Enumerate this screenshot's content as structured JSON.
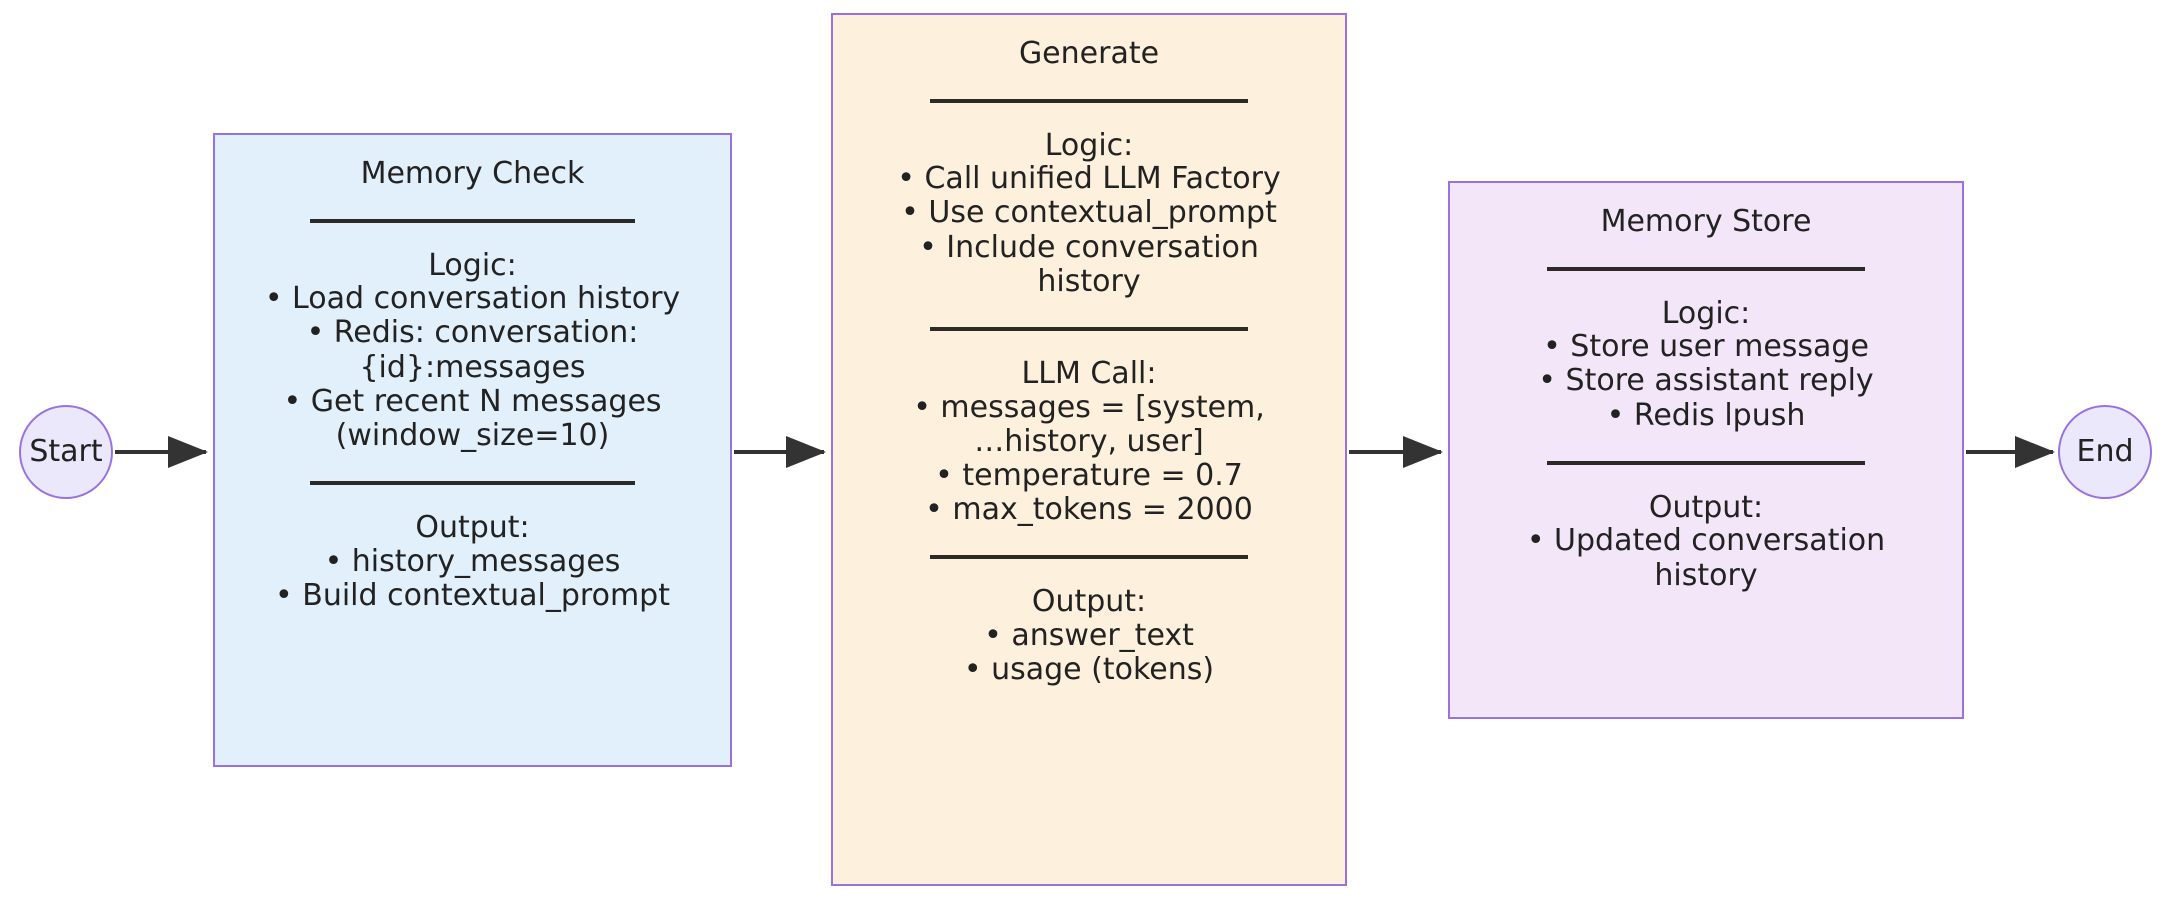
{
  "diagram": {
    "type": "flowchart",
    "direction": "left-to-right",
    "background": "#ffffff",
    "edge_color": "#333333",
    "nodes": [
      {
        "id": "start",
        "shape": "circle",
        "label": "Start",
        "fill": "#ebe8fb",
        "stroke": "#9872e0"
      },
      {
        "id": "memory_check",
        "shape": "rect",
        "title": "Memory Check",
        "fill": "#e2f0fb",
        "stroke": "#9872e0",
        "sections": [
          {
            "heading": "Logic:",
            "items": [
              [
                "• Load conversation history"
              ],
              [
                "• Redis: conversation:",
                "{id}:messages"
              ],
              [
                "• Get recent N messages",
                "(window_size=10)"
              ]
            ]
          },
          {
            "heading": "Output:",
            "items": [
              [
                "• history_messages"
              ],
              [
                "• Build contextual_prompt"
              ]
            ]
          }
        ]
      },
      {
        "id": "generate",
        "shape": "rect",
        "title": "Generate",
        "fill": "#fdf0dd",
        "stroke": "#9872e0",
        "sections": [
          {
            "heading": "Logic:",
            "items": [
              [
                "• Call unified LLM Factory"
              ],
              [
                "• Use contextual_prompt"
              ],
              [
                "• Include conversation",
                "history"
              ]
            ]
          },
          {
            "heading": "LLM Call:",
            "items": [
              [
                "• messages = [system,",
                "…history, user]"
              ],
              [
                "• temperature = 0.7"
              ],
              [
                "• max_tokens = 2000"
              ]
            ]
          },
          {
            "heading": "Output:",
            "items": [
              [
                "• answer_text"
              ],
              [
                "• usage (tokens)"
              ]
            ]
          }
        ]
      },
      {
        "id": "memory_store",
        "shape": "rect",
        "title": "Memory Store",
        "fill": "#f2e6f8",
        "stroke": "#9872e0",
        "sections": [
          {
            "heading": "Logic:",
            "items": [
              [
                "• Store user message"
              ],
              [
                "• Store assistant reply"
              ],
              [
                "• Redis lpush"
              ]
            ]
          },
          {
            "heading": "Output:",
            "items": [
              [
                "• Updated conversation",
                "history"
              ]
            ]
          }
        ]
      },
      {
        "id": "end",
        "shape": "circle",
        "label": "End",
        "fill": "#ebe8fb",
        "stroke": "#9872e0"
      }
    ],
    "edges": [
      {
        "from": "start",
        "to": "memory_check",
        "label": ""
      },
      {
        "from": "memory_check",
        "to": "generate",
        "label": ""
      },
      {
        "from": "generate",
        "to": "memory_store",
        "label": ""
      },
      {
        "from": "memory_store",
        "to": "end",
        "label": ""
      }
    ]
  },
  "memory_check": {
    "title": "Memory Check",
    "logic_heading": "Logic:",
    "logic": {
      "l1": "• Load conversation history",
      "l2a": "• Redis: conversation:",
      "l2b": "{id}:messages",
      "l3a": "• Get recent N messages",
      "l3b": "(window_size=10)"
    },
    "output_heading": "Output:",
    "output": {
      "o1": "• history_messages",
      "o2": "• Build contextual_prompt"
    }
  },
  "generate": {
    "title": "Generate",
    "logic_heading": "Logic:",
    "logic": {
      "l1": "• Call unified LLM Factory",
      "l2": "• Use contextual_prompt",
      "l3a": "• Include conversation",
      "l3b": "history"
    },
    "llm_heading": "LLM Call:",
    "llm": {
      "c1a": "• messages = [system,",
      "c1b": "…history, user]",
      "c2": "• temperature = 0.7",
      "c3": "• max_tokens = 2000"
    },
    "output_heading": "Output:",
    "output": {
      "o1": "• answer_text",
      "o2": "• usage (tokens)"
    }
  },
  "memory_store": {
    "title": "Memory Store",
    "logic_heading": "Logic:",
    "logic": {
      "l1": "• Store user message",
      "l2": "• Store assistant reply",
      "l3": "• Redis lpush"
    },
    "output_heading": "Output:",
    "output": {
      "o1a": "• Updated conversation",
      "o1b": "history"
    }
  },
  "start_node": {
    "label": "Start"
  },
  "end_node": {
    "label": "End"
  },
  "colors": {
    "accent_border": "#9872e0",
    "blue_fill": "#e2f0fb",
    "orange_fill": "#fdf0dd",
    "purple_fill": "#f2e6f8",
    "terminal_fill": "#ebe8fb",
    "text": "#232222",
    "divider": "#2b2a26",
    "arrow": "#333333"
  }
}
